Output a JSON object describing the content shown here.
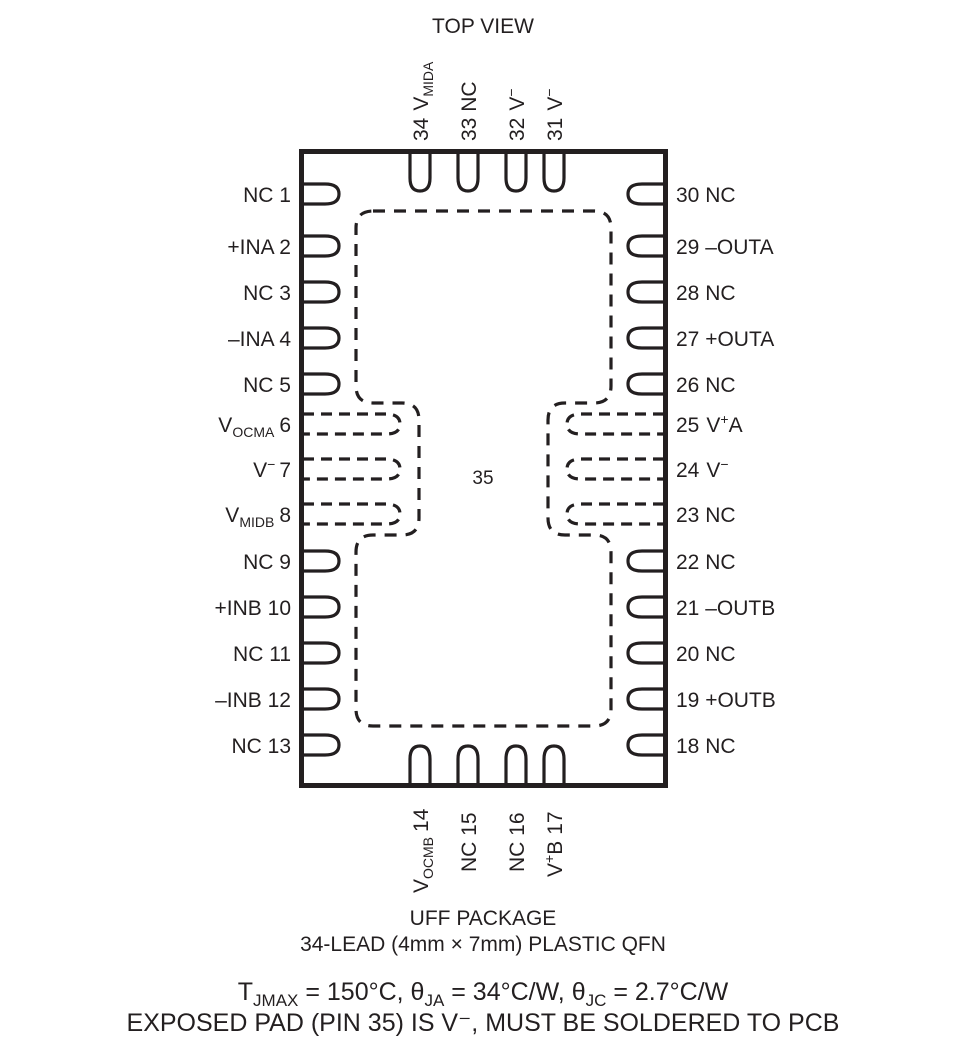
{
  "diagram": {
    "title": "TOP VIEW",
    "exposed_pad_number": "35",
    "package_name": "UFF PACKAGE",
    "package_desc": "34-LEAD (4mm × 7mm) PLASTIC QFN",
    "thermal_line": {
      "t_label": "T",
      "t_sub": "JMAX",
      "t_value": " = 150°C, ",
      "theta1": "θ",
      "theta1_sub": "JA",
      "theta1_value": " = 34°C/W, ",
      "theta2": "θ",
      "theta2_sub": "JC",
      "theta2_value": " = 2.7°C/W"
    },
    "exposed_pad_note": "EXPOSED PAD (PIN 35) IS V⁻, MUST BE SOLDERED TO PCB"
  },
  "pins": {
    "left": [
      {
        "num": "1",
        "name": "NC",
        "label": "NC 1",
        "type": "narrow"
      },
      {
        "num": "2",
        "name": "+INA",
        "label": "+INA 2",
        "type": "narrow"
      },
      {
        "num": "3",
        "name": "NC",
        "label": "NC 3",
        "type": "narrow"
      },
      {
        "num": "4",
        "name": "–INA",
        "label": "–INA 4",
        "type": "narrow"
      },
      {
        "num": "5",
        "name": "NC",
        "label": "NC 5",
        "type": "narrow"
      },
      {
        "num": "6",
        "name": "VOCMA",
        "base": "V",
        "sub": "OCMA",
        "label": "V_OCMA 6",
        "type": "wide"
      },
      {
        "num": "7",
        "name": "V-",
        "base": "V",
        "sup": "−",
        "label": "V⁻ 7",
        "type": "wide"
      },
      {
        "num": "8",
        "name": "VMIDB",
        "base": "V",
        "sub": "MIDB",
        "label": "V_MIDB 8",
        "type": "wide"
      },
      {
        "num": "9",
        "name": "NC",
        "label": "NC 9",
        "type": "narrow"
      },
      {
        "num": "10",
        "name": "+INB",
        "label": "+INB 10",
        "type": "narrow"
      },
      {
        "num": "11",
        "name": "NC",
        "label": "NC 11",
        "type": "narrow"
      },
      {
        "num": "12",
        "name": "–INB",
        "label": "–INB 12",
        "type": "narrow"
      },
      {
        "num": "13",
        "name": "NC",
        "label": "NC 13",
        "type": "narrow"
      }
    ],
    "bottom": [
      {
        "num": "14",
        "name": "VOCMB",
        "base": "V",
        "sub": "OCMB",
        "label": "V_OCMB 14"
      },
      {
        "num": "15",
        "name": "NC",
        "label": "NC 15"
      },
      {
        "num": "16",
        "name": "NC",
        "label": "NC 16"
      },
      {
        "num": "17",
        "name": "V+B",
        "base": "V",
        "sup": "+",
        "tail": "B",
        "label": "V⁺B 17"
      }
    ],
    "right": [
      {
        "num": "18",
        "name": "NC",
        "label": "18 NC",
        "type": "narrow"
      },
      {
        "num": "19",
        "name": "+OUTB",
        "label": "19 +OUTB",
        "type": "narrow"
      },
      {
        "num": "20",
        "name": "NC",
        "label": "20 NC",
        "type": "narrow"
      },
      {
        "num": "21",
        "name": "–OUTB",
        "label": "21 –OUTB",
        "type": "narrow"
      },
      {
        "num": "22",
        "name": "NC",
        "label": "22 NC",
        "type": "narrow"
      },
      {
        "num": "23",
        "name": "NC",
        "label": "23 NC",
        "type": "wide"
      },
      {
        "num": "24",
        "name": "V-",
        "base": "V",
        "sup": "−",
        "label": "24 V⁻",
        "type": "wide"
      },
      {
        "num": "25",
        "name": "V+A",
        "base": "V",
        "sup": "+",
        "tail": "A",
        "label": "25 V⁺A",
        "type": "wide"
      },
      {
        "num": "26",
        "name": "NC",
        "label": "26 NC",
        "type": "narrow"
      },
      {
        "num": "27",
        "name": "+OUTA",
        "label": "27 +OUTA",
        "type": "narrow"
      },
      {
        "num": "28",
        "name": "NC",
        "label": "28 NC",
        "type": "narrow"
      },
      {
        "num": "29",
        "name": "–OUTA",
        "label": "29 –OUTA",
        "type": "narrow"
      },
      {
        "num": "30",
        "name": "NC",
        "label": "30 NC",
        "type": "narrow"
      }
    ],
    "top": [
      {
        "num": "31",
        "name": "V-",
        "base": "V",
        "sup": "−",
        "label": "31 V⁻"
      },
      {
        "num": "32",
        "name": "V-",
        "base": "V",
        "sup": "−",
        "label": "32 V⁻"
      },
      {
        "num": "33",
        "name": "NC",
        "label": "33 NC"
      },
      {
        "num": "34",
        "name": "VMIDA",
        "base": "V",
        "sub": "MIDA",
        "label": "34 V_MIDA"
      }
    ]
  },
  "colors": {
    "ink": "#231f20",
    "background": "#ffffff"
  }
}
